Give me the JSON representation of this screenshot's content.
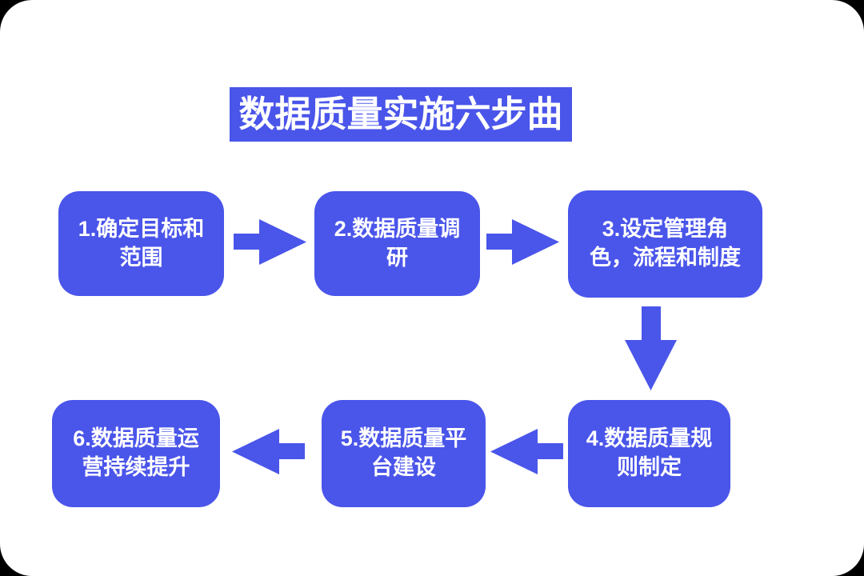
{
  "page": {
    "background_color": "#ffffff",
    "accent_color": "#4a55ea",
    "text_color": "#ffffff"
  },
  "title": {
    "text": "数据质量实施六步曲"
  },
  "steps": [
    {
      "id": 1,
      "label": "1.确定目标和\n范围"
    },
    {
      "id": 2,
      "label": "2.数据质量调\n研"
    },
    {
      "id": 3,
      "label": "3.设定管理角\n色，流程和制度"
    },
    {
      "id": 4,
      "label": "4.数据质量规\n则制定"
    },
    {
      "id": 5,
      "label": "5.数据质量平\n台建设"
    },
    {
      "id": 6,
      "label": "6.数据质量运\n营持续提升"
    }
  ],
  "arrows": [
    {
      "name": "arrow-step1-to-step2",
      "direction": "right"
    },
    {
      "name": "arrow-step2-to-step3",
      "direction": "right"
    },
    {
      "name": "arrow-step3-to-step4",
      "direction": "down"
    },
    {
      "name": "arrow-step4-to-step5",
      "direction": "left"
    },
    {
      "name": "arrow-step5-to-step6",
      "direction": "left"
    }
  ]
}
